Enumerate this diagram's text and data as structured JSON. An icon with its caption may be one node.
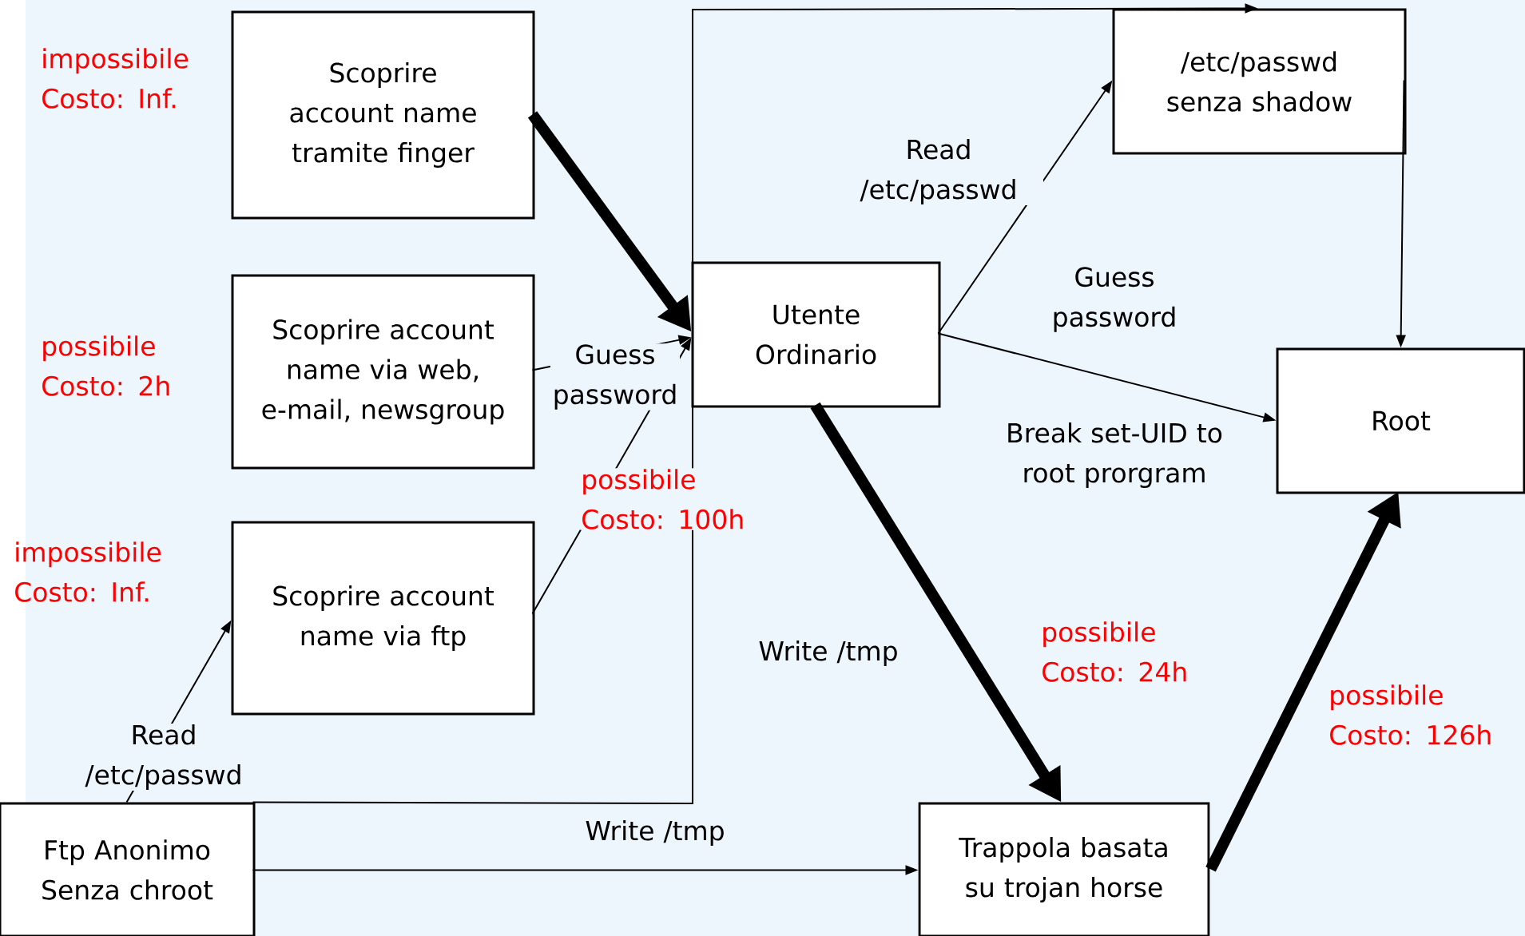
{
  "diagram": {
    "nodes": [
      {
        "text": [
          "Scoprire account name tramite finger"
        ],
        "beside": [
          "impossibile Costo: Inf."
        ]
      },
      {
        "text": [
          "Scoprire account name via web, e-mail, newsgroup"
        ],
        "beside": [
          "possibile Costo: 2h"
        ]
      },
      {
        "text": [
          "Scoprire account name via ftp"
        ],
        "beside": [
          "impossibile Costo: Inf."
        ]
      },
      {
        "text": [
          "Utente Ordinario"
        ]
      },
      {
        "text": [
          "/etc/passwd senza shadow"
        ]
      },
      {
        "text": [
          "Root"
        ]
      },
      {
        "text": [
          "Ftp Anonimo Senza chroot"
        ]
      },
      {
        "text": [
          "Trappola basata su trojan horse"
        ]
      }
    ],
    "edges": [
      {
        "from": 0,
        "to": 3,
        "arrow": "to",
        "style": "thick"
      },
      {
        "from": 1,
        "to": 3,
        "arrow": "to",
        "label": "Guess password"
      },
      {
        "from": 2,
        "to": 3,
        "arrow": "to"
      },
      {
        "from": 6,
        "to": 2,
        "arrow": "to",
        "label": "Read /etc/passwd"
      },
      {
        "from": 6,
        "to": 4,
        "arrow": "to"
      },
      {
        "from": 6,
        "to": 7,
        "arrow": "to",
        "label": "Write /tmp"
      },
      {
        "from": 3,
        "to": 4,
        "arrow": "to",
        "label": "Read /etc/passwd"
      },
      {
        "from": 3,
        "to": 5,
        "arrow": "to",
        "label": "Guess password"
      },
      {
        "from": 4,
        "to": 5,
        "arrow": "to"
      },
      {
        "from": 3,
        "to": 7,
        "arrow": "to",
        "style": "thick",
        "label": "Write /tmp"
      },
      {
        "from": 7,
        "to": 5,
        "arrow": "to",
        "style": "thick"
      }
    ],
    "labels": [
      "Break set-UID to root prorgram",
      "possibile Costo: 100h",
      "possibile Costo: 24h",
      "possibile Costo: 126h"
    ]
  }
}
